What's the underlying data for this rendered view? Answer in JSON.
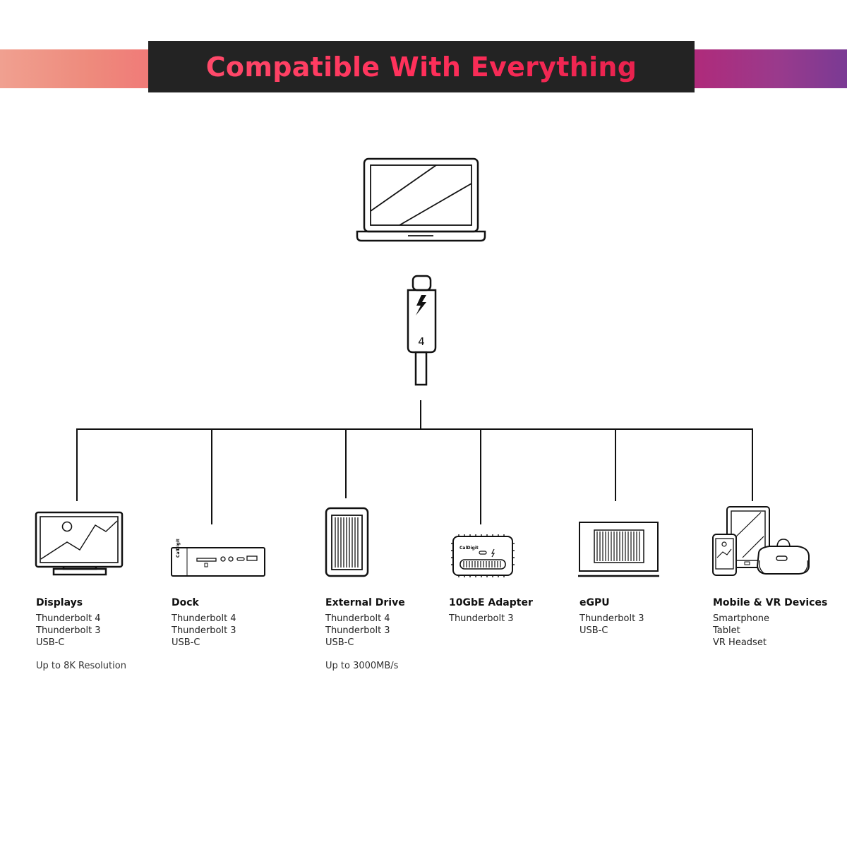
{
  "title": "Compatible With Everything",
  "colors": {
    "title_gradient_start": "#ff4a6a",
    "title_gradient_end": "#e8224e",
    "title_background": "#232323"
  },
  "cable": {
    "label": "4",
    "icon": "thunderbolt-bolt-icon"
  },
  "devices": [
    {
      "name": "Displays",
      "lines": [
        "Thunderbolt 4",
        "Thunderbolt 3",
        "USB-C"
      ],
      "note": "Up to 8K Resolution",
      "icon": "monitor-icon"
    },
    {
      "name": "Dock",
      "lines": [
        "Thunderbolt 4",
        "Thunderbolt 3",
        "USB-C"
      ],
      "note": "",
      "icon": "dock-icon"
    },
    {
      "name": "External Drive",
      "lines": [
        "Thunderbolt 4",
        "Thunderbolt 3",
        "USB-C"
      ],
      "note": "Up to 3000MB/s",
      "icon": "external-drive-icon"
    },
    {
      "name": "10GbE Adapter",
      "lines": [
        "Thunderbolt 3"
      ],
      "note": "",
      "icon": "network-adapter-icon"
    },
    {
      "name": "eGPU",
      "lines": [
        "Thunderbolt 3",
        "USB-C"
      ],
      "note": "",
      "icon": "egpu-icon"
    },
    {
      "name": "Mobile & VR Devices",
      "lines": [
        "Smartphone",
        "Tablet",
        "VR Headset"
      ],
      "note": "",
      "icon": "mobile-vr-icon"
    }
  ]
}
